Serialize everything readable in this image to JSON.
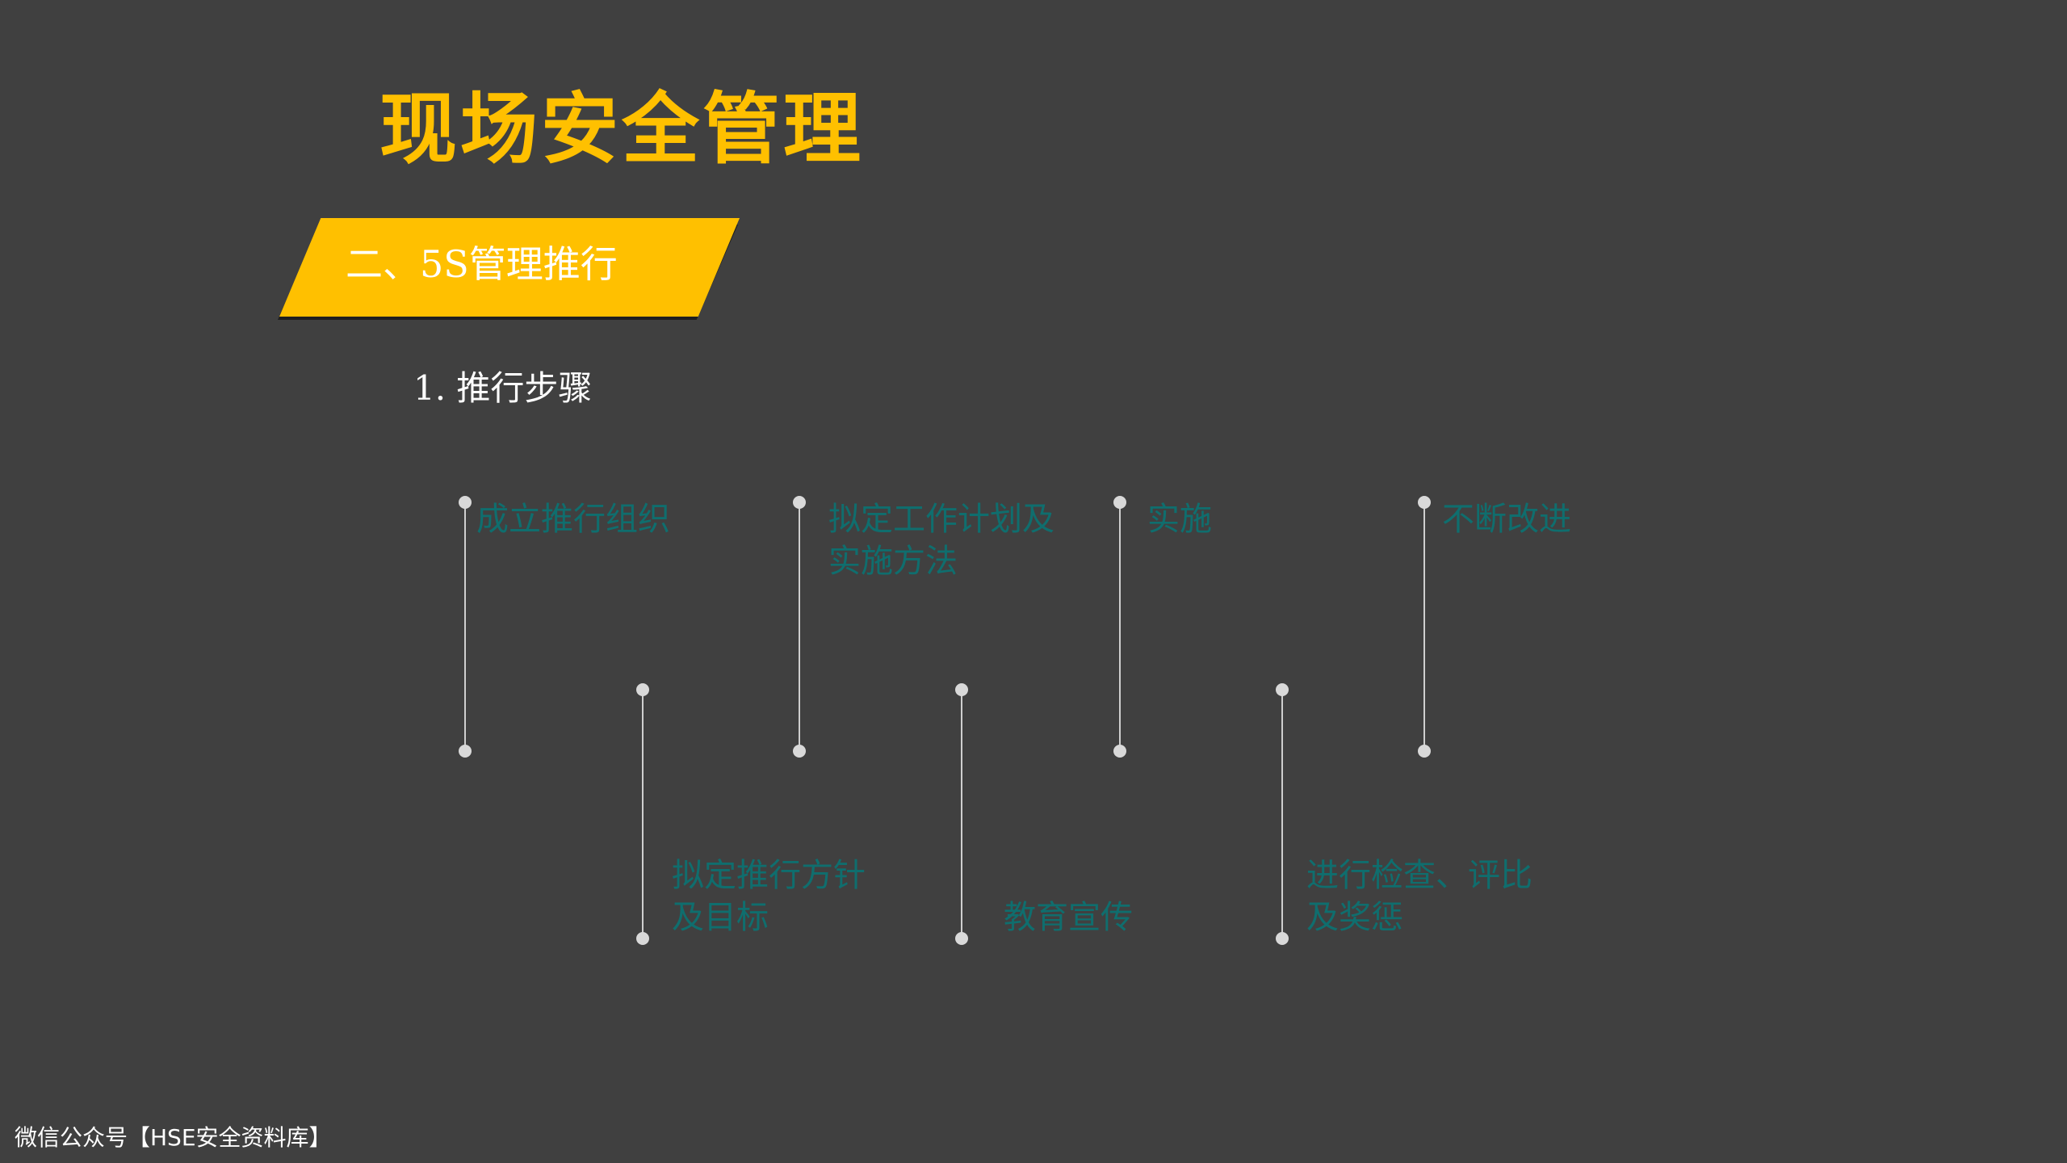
{
  "slide": {
    "title": "现场安全管理",
    "banner_text": "二、5S管理推行",
    "subtitle": "1. 推行步骤",
    "watermark": "微信公众号【HSE安全资料库】"
  },
  "steps": [
    {
      "label": "成立推行组织"
    },
    {
      "label": "拟定推行方针\n及目标"
    },
    {
      "label": "拟定工作计划及\n实施方法"
    },
    {
      "label": "教育宣传"
    },
    {
      "label": "实施"
    },
    {
      "label": "进行检查、评比\n及奖惩"
    },
    {
      "label": "不断改进"
    }
  ],
  "colors": {
    "background": "#404040",
    "title": "#FFC000",
    "banner": "#FFC000",
    "step_text": "#0F6E6E",
    "connector": "#CFCFCF"
  }
}
